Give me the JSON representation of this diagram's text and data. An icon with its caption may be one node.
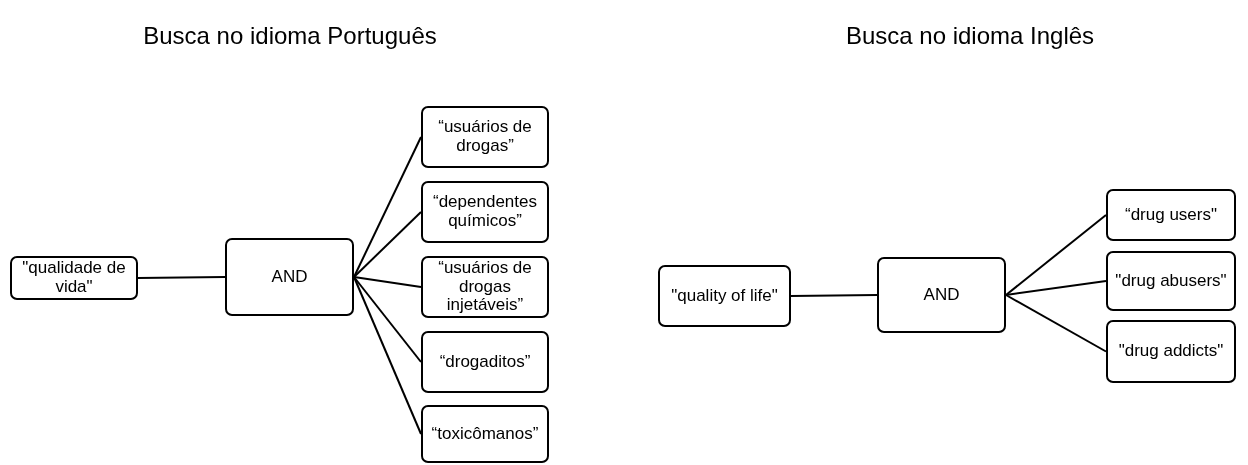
{
  "diagram": {
    "nodes": [
      {
        "text": [
          "\"qualidade de vida\""
        ]
      },
      {
        "text": [
          "AND"
        ]
      },
      {
        "text": [
          "“usuários de drogas”"
        ]
      },
      {
        "text": [
          "“dependentes químicos”"
        ]
      },
      {
        "text": [
          "“usuários de drogas injetáveis”"
        ]
      },
      {
        "text": [
          "“drogaditos”"
        ]
      },
      {
        "text": [
          "“toxicômanos”"
        ]
      },
      {
        "text": [
          "\"quality of life\""
        ]
      },
      {
        "text": [
          "AND"
        ]
      },
      {
        "text": [
          "“drug users\""
        ]
      },
      {
        "text": [
          "\"drug abusers\""
        ]
      },
      {
        "text": [
          "\"drug addicts\""
        ]
      }
    ],
    "edges": [
      {
        "from": 0,
        "to": 1,
        "arrow": "none"
      },
      {
        "from": 1,
        "to": 2,
        "arrow": "none"
      },
      {
        "from": 1,
        "to": 3,
        "arrow": "none"
      },
      {
        "from": 1,
        "to": 4,
        "arrow": "none"
      },
      {
        "from": 1,
        "to": 5,
        "arrow": "none"
      },
      {
        "from": 1,
        "to": 6,
        "arrow": "none"
      },
      {
        "from": 7,
        "to": 8,
        "arrow": "none"
      },
      {
        "from": 8,
        "to": 9,
        "arrow": "none"
      },
      {
        "from": 8,
        "to": 10,
        "arrow": "none"
      },
      {
        "from": 8,
        "to": 11,
        "arrow": "none"
      }
    ],
    "labels": [
      "Busca no idioma Português",
      "Busca no idioma Inglês"
    ]
  }
}
